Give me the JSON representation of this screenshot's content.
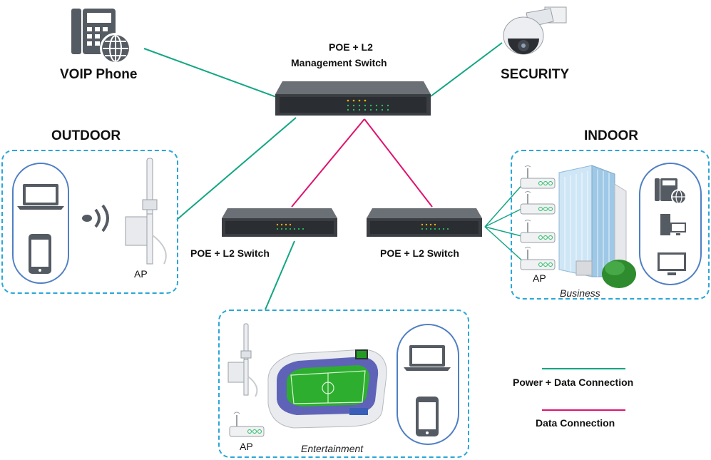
{
  "title": {
    "line1": "POE + L2",
    "line2": "Management Switch"
  },
  "labels": {
    "voip_phone": "VOIP Phone",
    "security": "SECURITY",
    "outdoor": "OUTDOOR",
    "indoor": "INDOOR",
    "switch_left": "POE + L2 Switch",
    "switch_right": "POE + L2 Switch",
    "ap_outdoor": "AP",
    "ap_indoor": "AP",
    "ap_entertainment": "AP",
    "business": "Business",
    "entertainment": "Entertainment"
  },
  "legend": {
    "power_data": "Power + Data Connection",
    "data": "Data Connection"
  },
  "colors": {
    "power_data_line": "#12a683",
    "data_line": "#e0126e",
    "dashed_border": "#2aa7d8",
    "pill_border": "#4f7fc4"
  },
  "icons": [
    "voip-phone-icon",
    "security-camera-icon",
    "laptop-icon",
    "smartphone-icon",
    "wifi-signal-icon",
    "access-point-icon",
    "router-icon",
    "building-icon",
    "desktop-computer-icon",
    "monitor-icon",
    "stadium-icon",
    "switch-icon"
  ]
}
